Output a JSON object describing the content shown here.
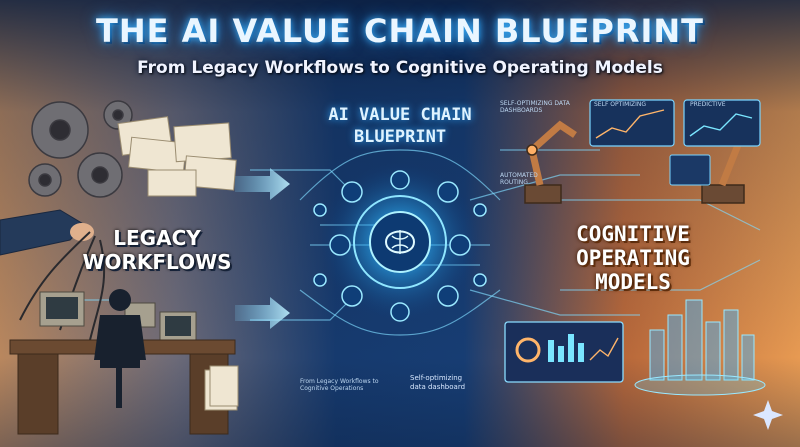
{
  "title": "THE AI VALUE CHAIN BLUEPRINT",
  "subtitle": "From Legacy Workflows to Cognitive Operating Models",
  "center_label": {
    "line1": "AI VALUE CHAIN",
    "line2": "BLUEPRINT"
  },
  "left_label": {
    "line1": "LEGACY",
    "line2": "WORKFLOWS"
  },
  "right_label": {
    "line1": "COGNITIVE",
    "line2": "OPERATING",
    "line3": "MODELS"
  },
  "small_labels": {
    "self_opt_top": "SELF-OPTIMIZING DATA DASHBOARDS",
    "self_opt_panel": "SELF OPTIMIZING",
    "predictive": "PREDICTIVE",
    "automated": "AUTOMATED ROUTING",
    "bottom_small": "From Legacy Workflows to Cognitive Operations",
    "dash_caption_1": "Self-optimizing",
    "dash_caption_2": "data dashboard"
  },
  "colors": {
    "left_warm": "#c48a5a",
    "center_blue": "#1a4a8a",
    "right_orange": "#e0823c",
    "glow_cyan": "#3fd2ff"
  },
  "icons": [
    "gear-icon",
    "paper-stack-icon",
    "crt-computer-icon",
    "desk-worker-icon",
    "brain-chip-icon",
    "robot-arm-icon",
    "dashboard-icon",
    "city-hologram-icon",
    "sparkle-icon",
    "arrow-right-icon"
  ]
}
